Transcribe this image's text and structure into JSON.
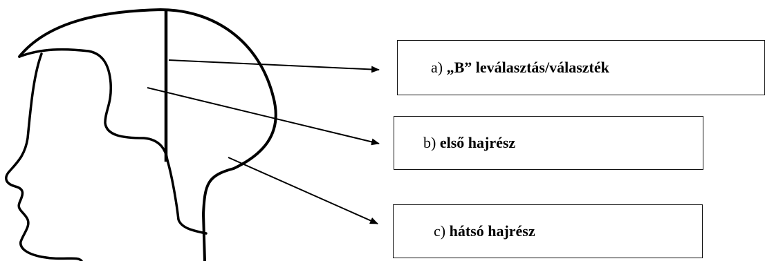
{
  "diagram": {
    "labels": [
      {
        "prefix": "a)",
        "text": "„B” leválasztás/választék"
      },
      {
        "prefix": "b)",
        "text": "első hajrész"
      },
      {
        "prefix": "c)",
        "text": "hátsó hajrész"
      }
    ],
    "line_color": "#000000"
  }
}
